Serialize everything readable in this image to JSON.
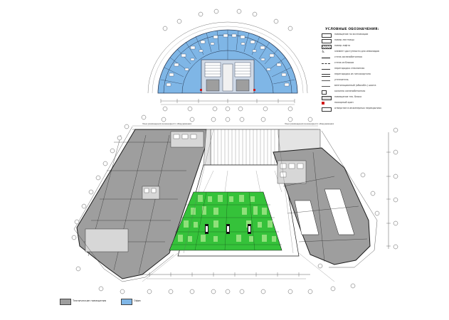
{
  "legend": {
    "title": "УСЛОВНЫЕ ОБОЗНАЧЕНИЯ:",
    "items": [
      {
        "symbol": "text-box",
        "label": "помещение по экспликации"
      },
      {
        "symbol": "text-box",
        "label": "номер лестницы"
      },
      {
        "symbol": "hatch",
        "label": "номер лифта"
      },
      {
        "symbol": "wheelchair-icon",
        "label": "элемент доступности для инвалидов"
      },
      {
        "symbol": "thick-line",
        "label": "стена железобетонная"
      },
      {
        "symbol": "hatch-line",
        "label": "стена из блоков"
      },
      {
        "symbol": "thin-line",
        "label": "перегородка стеклянная"
      },
      {
        "symbol": "double-line",
        "label": "перегородка из гипсокартона"
      },
      {
        "symbol": "thin-line",
        "label": "утеплитель"
      },
      {
        "symbol": "thin-line",
        "label": "вентиляционный (обособл.) шахта"
      },
      {
        "symbol": "box",
        "label": "колонна железобетонная"
      },
      {
        "symbol": "box",
        "label": "помещение тех. блока"
      },
      {
        "symbol": "red-square",
        "label": "пожарный кран"
      },
      {
        "symbol": "box",
        "label": "отверстие в инженерных перекрытиях"
      }
    ]
  },
  "bottom_legend": [
    {
      "label": "Технические помещения",
      "color": "#9e9e9e"
    },
    {
      "label": "Офис",
      "color": "#7fb6e6"
    }
  ],
  "annotations": {
    "left_label": "Зона размещения инженерного оборудования",
    "right_label": "Зона размещения инженерного оборудования"
  },
  "colors": {
    "office_blue": "#7fb6e6",
    "tech_gray": "#9e9e9e",
    "green": "#35c23a",
    "green_light": "#8fe07a",
    "red": "#d01a1a"
  }
}
